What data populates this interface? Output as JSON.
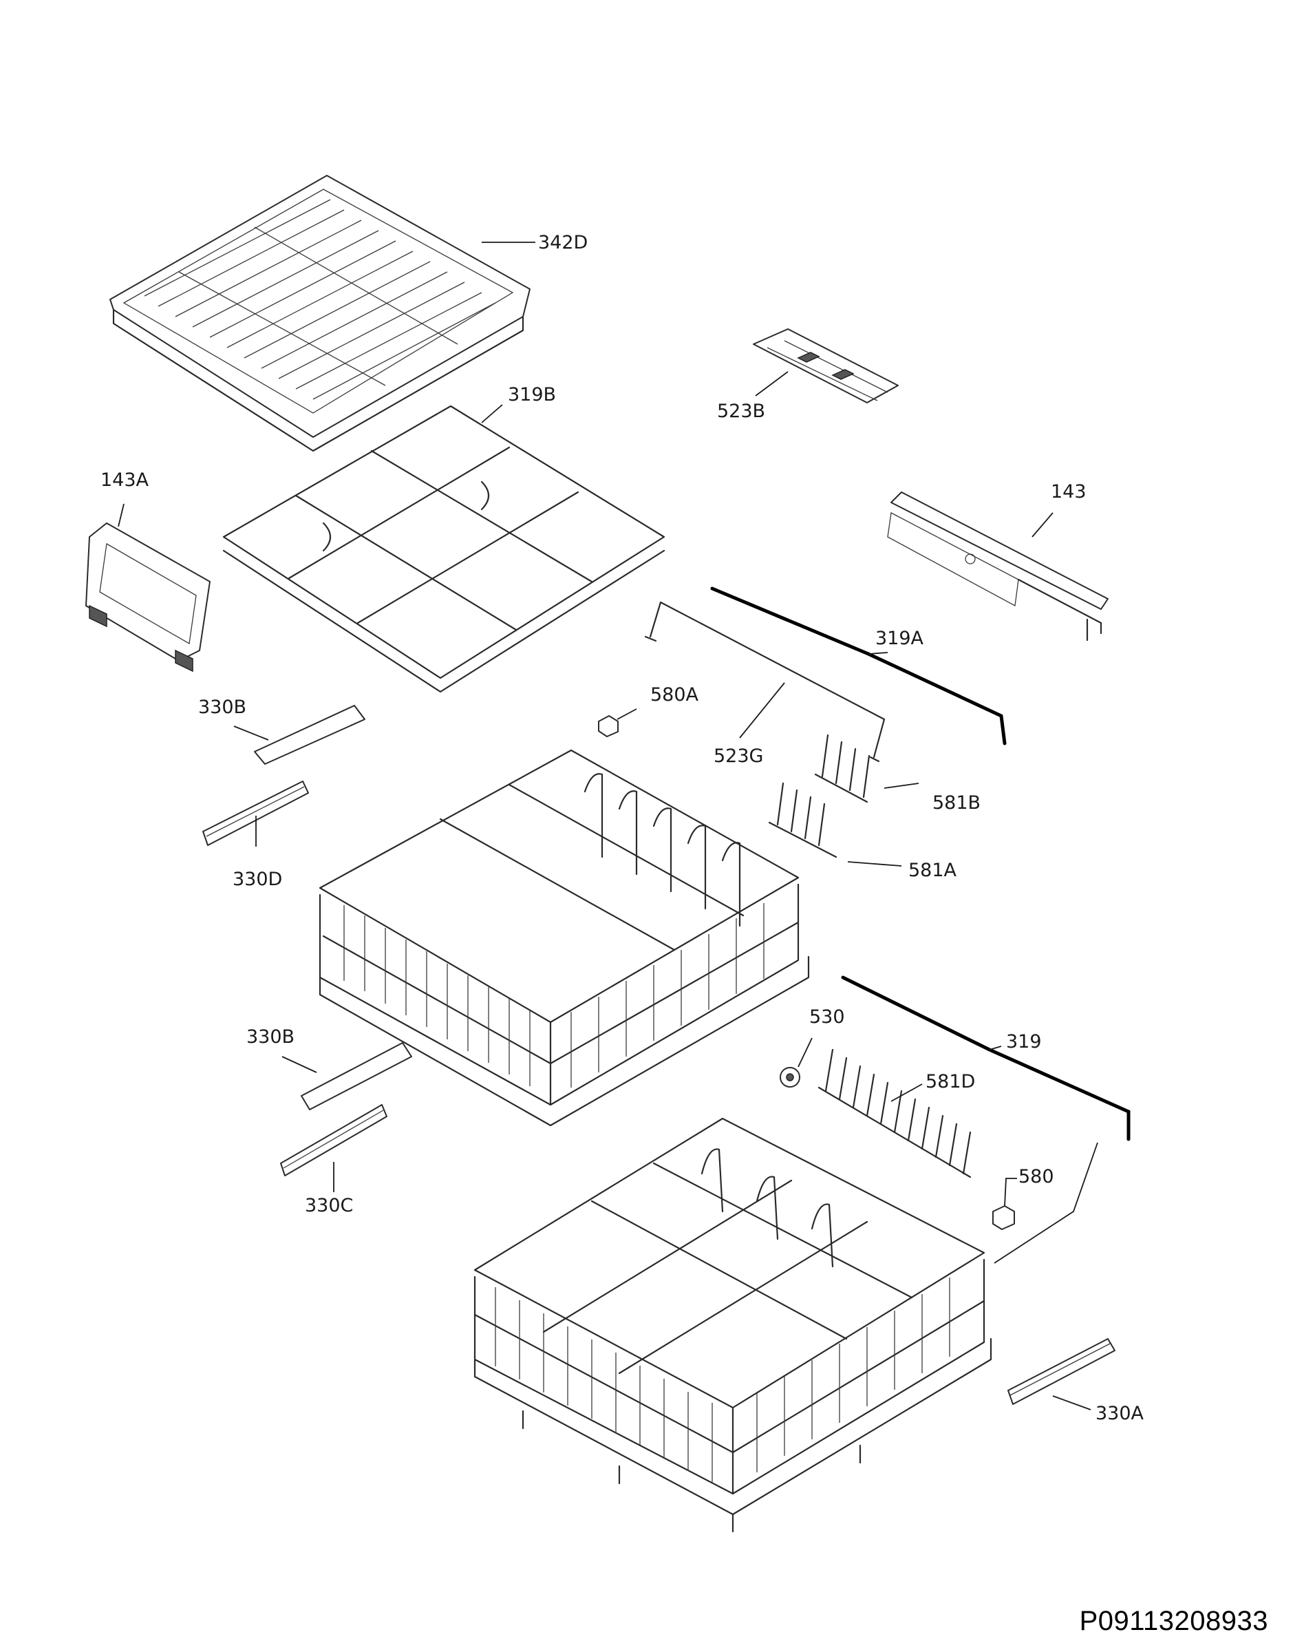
{
  "labels": {
    "p342D": "342D",
    "p523B": "523B",
    "p319B": "319B",
    "p143A": "143A",
    "p143": "143",
    "p319A": "319A",
    "p580A": "580A",
    "p523G": "523G",
    "p330B_upper": "330B",
    "p581B": "581B",
    "p581A": "581A",
    "p330D": "330D",
    "p530": "530",
    "p319": "319",
    "p330B_lower": "330B",
    "p581D": "581D",
    "p580": "580",
    "p330C": "330C",
    "p330A": "330A"
  },
  "document_code": "P09113208933"
}
